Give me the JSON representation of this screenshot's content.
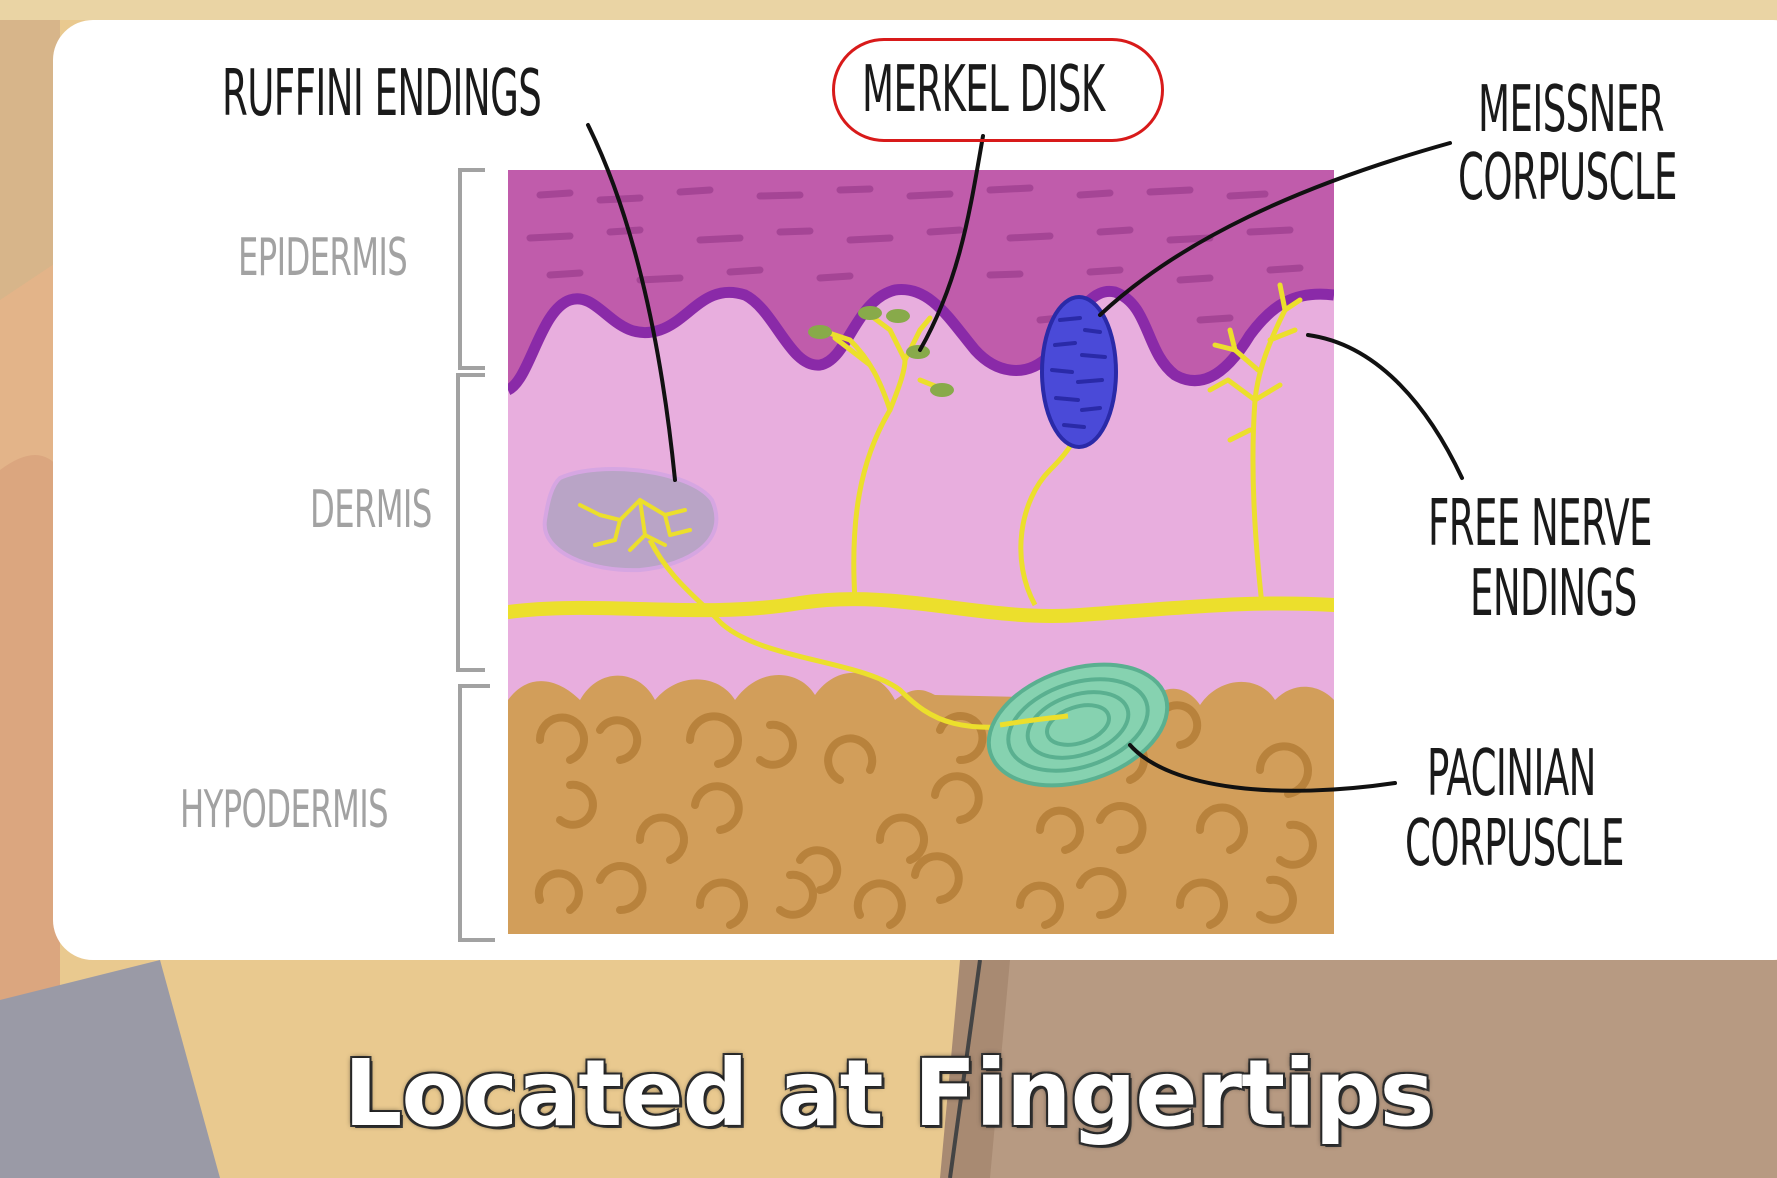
{
  "diagram": {
    "labels": {
      "ruffini": "RUFFINI ENDINGS",
      "merkel": "MERKEL DISK",
      "meissner_line1": "MEISSNER",
      "meissner_line2": "CORPUSCLE",
      "free_nerve_line1": "FREE NERVE",
      "free_nerve_line2": "ENDINGS",
      "pacinian_line1": "PACINIAN",
      "pacinian_line2": "CORPUSCLE"
    },
    "layers": {
      "epidermis": "EPIDERMIS",
      "dermis": "DERMIS",
      "hypodermis": "HYPODERMIS"
    },
    "highlighted_label": "MERKEL DISK",
    "colors": {
      "epidermis": "#c05cab",
      "dermis": "#e8aede",
      "hypodermis": "#d29e5a",
      "nerve": "#ecdf2c",
      "highlight": "#d81a1a",
      "meissner": "#4a4ad8",
      "pacinian": "#86d2b0",
      "ruffini_capsule": "#b9a4c6"
    }
  },
  "caption": {
    "part1": "Located at",
    "part2": "Fingertips"
  }
}
